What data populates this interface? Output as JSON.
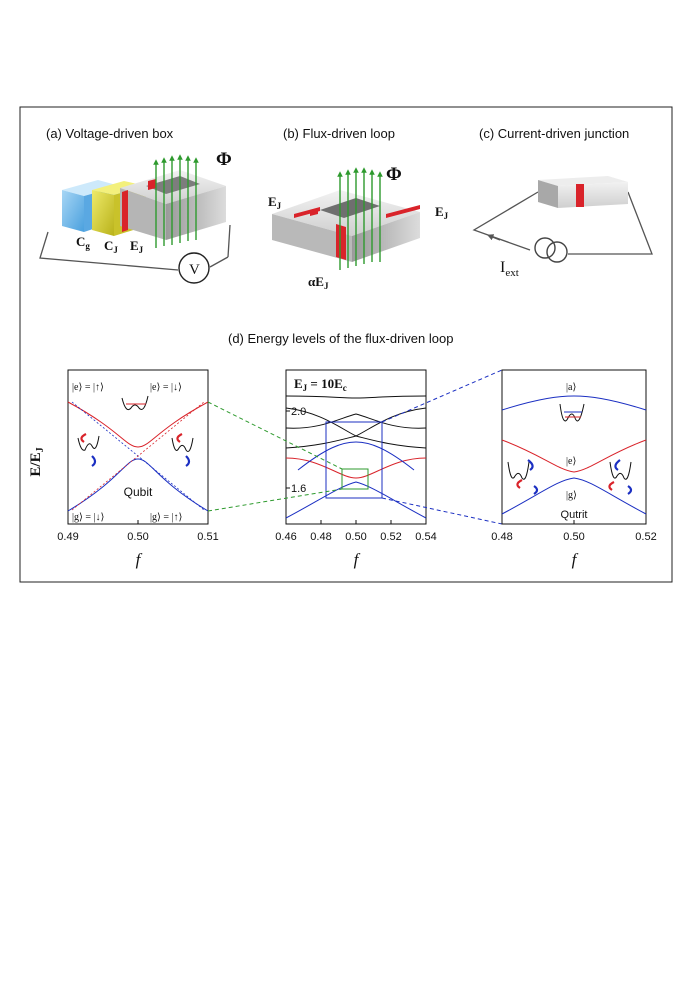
{
  "panels": {
    "a": {
      "caption": "(a) Voltage-driven box",
      "cg": "C",
      "cg_sub": "g",
      "cj": "C",
      "cj_sub": "J",
      "ej": "E",
      "ej_sub": "J",
      "phi": "Φ",
      "volt": "V"
    },
    "b": {
      "caption": "(b) Flux-driven loop",
      "phi": "Φ",
      "ej_left": "E",
      "ej_left_sub": "J",
      "ej_right": "E",
      "ej_right_sub": "J",
      "alpha_ej": "αE",
      "alpha_ej_sub": "J"
    },
    "c": {
      "caption": "(c) Current-driven junction",
      "iext": "I",
      "iext_sub": "ext"
    },
    "d": {
      "caption": "(d) Energy levels of the flux-driven loop"
    }
  },
  "plots": {
    "ylabel": "E/E",
    "ylabel_sub": "J",
    "xlabel": "f",
    "left": {
      "xticks": [
        "0.49",
        "0.50",
        "0.51"
      ],
      "label_text": "Qubit",
      "state_e_left": "|e⟩ = |↑⟩",
      "state_e_right": "|e⟩ = |↓⟩",
      "state_g_left": "|g⟩ = |↓⟩",
      "state_g_right": "|g⟩ = |↑⟩"
    },
    "middle": {
      "xticks": [
        "0.46",
        "0.48",
        "0.50",
        "0.52",
        "0.54"
      ],
      "yticks": [
        "2.0",
        "1.6"
      ],
      "title": "E",
      "title_sub": "J",
      "title_rest": " = 10E",
      "title_sub2": "c"
    },
    "right": {
      "xticks": [
        "0.48",
        "0.50",
        "0.52"
      ],
      "label_text": "Qutrit",
      "state_a": "|a⟩",
      "state_e": "|e⟩",
      "state_g": "|g⟩"
    }
  },
  "colors": {
    "red": "#d9232a",
    "blue": "#1b2fc2",
    "green": "#2e9a2e",
    "black": "#111111",
    "cyan": "#6fb7ea",
    "yellow": "#d6d12a"
  }
}
